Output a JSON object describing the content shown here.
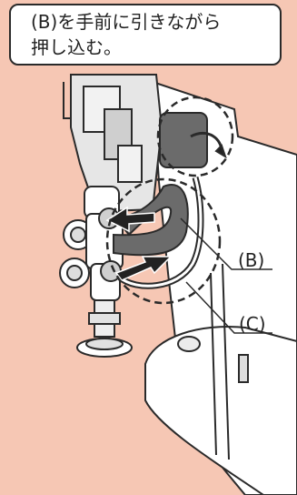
{
  "instruction": {
    "line1": "(B)を手前に引きながら",
    "line2": "押し込む。"
  },
  "labels": {
    "b": "(B)",
    "c": "(C)"
  },
  "colors": {
    "background": "#f6c7b4",
    "outline": "#2a2a2a",
    "hose": "#6b6b6b",
    "arrow": "#222222"
  },
  "icons": [
    "push-arrow-icon",
    "rotation-arrow-icon"
  ]
}
